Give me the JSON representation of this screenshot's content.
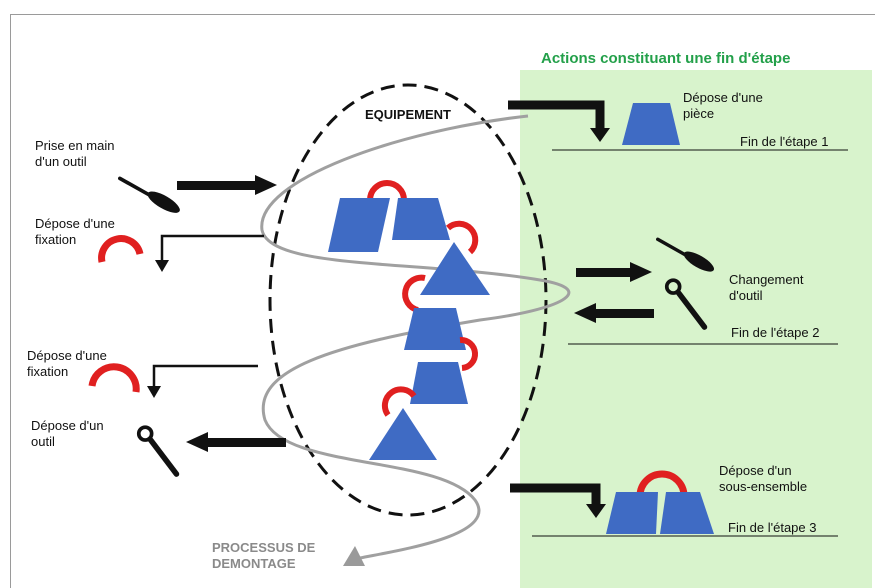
{
  "title": "Actions constituant une fin d'étape",
  "equipment_label": "EQUIPEMENT",
  "process_label": "PROCESSUS DE\nDEMONTAGE",
  "left_labels": {
    "prise": "Prise en main\nd'un outil",
    "depose_fixation_1": "Dépose d'une\nfixation",
    "depose_fixation_2": "Dépose d'une\nfixation",
    "depose_outil": "Dépose d'un\noutil"
  },
  "right_labels": {
    "depose_piece": "Dépose d'une\npièce",
    "fin1": "Fin de l'étape 1",
    "changement": "Changement\nd'outil",
    "fin2": "Fin de l'étape 2",
    "depose_sous_ensemble": "Dépose d'un\nsous-ensemble",
    "fin3": "Fin de l'étape 3"
  },
  "colors": {
    "part_blue": "#3f6bc4",
    "fixation_red": "#e02020",
    "panel_green": "#d8f3cc",
    "title_green": "#23a04a",
    "process_grey": "#9a9a9a"
  },
  "icons": [
    "screwdriver-icon",
    "wrench-icon",
    "fixation-clip-icon",
    "part-trapezoid-icon",
    "part-triangle-icon"
  ]
}
